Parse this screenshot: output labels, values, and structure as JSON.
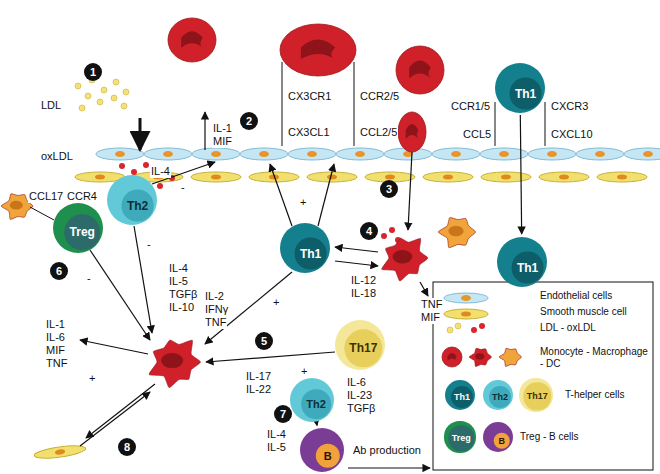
{
  "diagram": {
    "nodes": [
      {
        "text": [
          "Th1"
        ]
      },
      {
        "text": [
          "Th1"
        ]
      },
      {
        "text": [
          "Treg"
        ]
      },
      {
        "text": [
          "Th2"
        ]
      },
      {
        "text": [
          "Th1"
        ]
      },
      {
        "text": [
          "Th17"
        ]
      },
      {
        "text": [
          "Th2"
        ]
      },
      {
        "text": [
          "B"
        ]
      },
      {
        "text": [
          "Th1"
        ]
      },
      {
        "text": [
          "Th2"
        ]
      },
      {
        "text": [
          "Th17"
        ]
      },
      {
        "text": [
          "Treg"
        ]
      },
      {
        "text": [
          "B"
        ]
      }
    ],
    "edges": [
      {
        "from": 0,
        "to": 1,
        "arrow": "to"
      },
      {
        "from": 6,
        "to": 7,
        "arrow": "to"
      }
    ],
    "labels": [
      "1",
      "LDL",
      "oxLDL",
      "IL-1",
      "MIF",
      "2",
      "CX3CR1",
      "CX3CL1",
      "CCR2/5",
      "CCL2/5",
      "CCR1/5",
      "CCL5",
      "CXCR3",
      "CXCL10",
      "3",
      "IL-4",
      "-",
      "+",
      "CCL17",
      "CCR4",
      "4",
      "IL-12",
      "IL-18",
      "TNF",
      "MIF",
      "6",
      "IL-4",
      "IL-5",
      "TGFβ",
      "IL-10",
      "-",
      "-",
      "IL-2",
      "IFNγ",
      "TNF",
      "+",
      "IL-1",
      "IL-6",
      "MIF",
      "TNF",
      "+",
      "5",
      "IL-17",
      "IL-22",
      "+",
      "IL-6",
      "IL-23",
      "TGFβ",
      "7",
      "IL-4",
      "IL-5",
      "8",
      "Ab production"
    ],
    "legend": [
      {
        "text": "Endothelial cells"
      },
      {
        "text": "Smooth muscle cell"
      },
      {
        "text": "LDL - oxLDL"
      },
      {
        "text": "Monocyte - Macrophage - DC"
      },
      {
        "text": "T-helper cells"
      },
      {
        "text": "Treg - B cells"
      }
    ]
  }
}
